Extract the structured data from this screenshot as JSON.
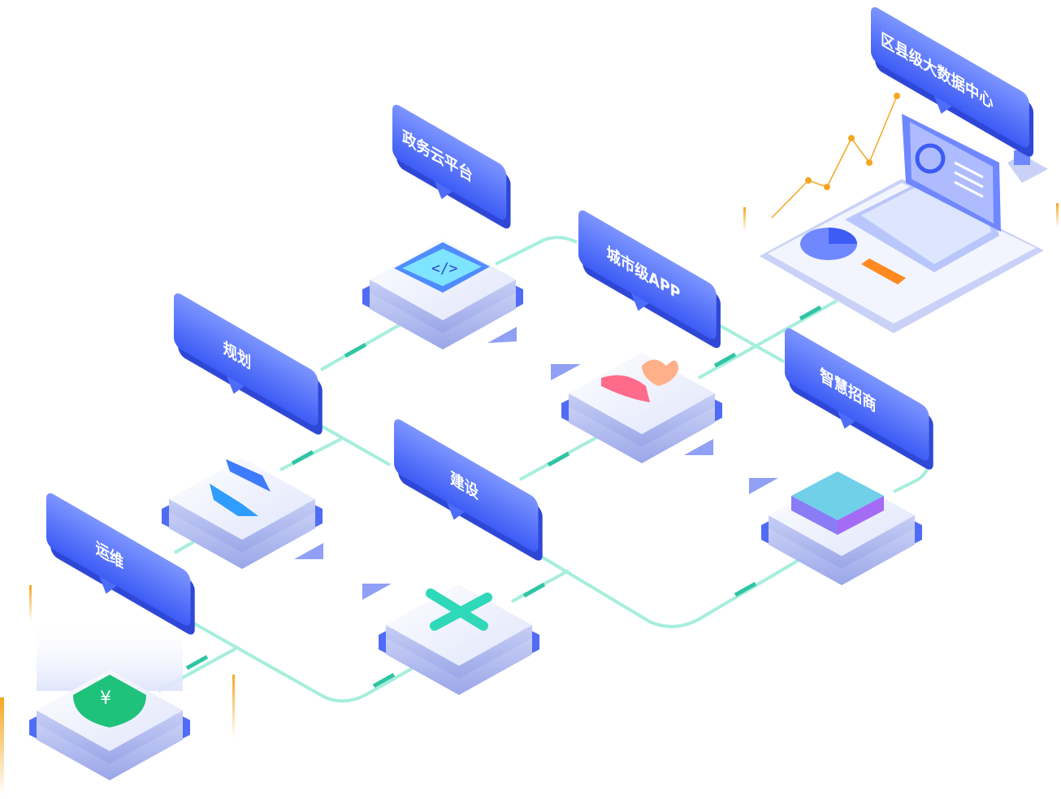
{
  "labels": {
    "district_data_center": "区县级大数据中心",
    "gov_cloud": "政务云平台",
    "city_app": "城市级APP",
    "planning": "规划",
    "smart_investment": "智慧招商",
    "construction": "建设",
    "operations": "运维"
  },
  "colors": {
    "label_top": "#7d95ff",
    "label_bottom": "#3d5cf5",
    "label_side": "#2f47d6",
    "connector": "#a6eedc",
    "connector_dash": "#2fc4a4",
    "accent_orange": "#f5a623",
    "shield_green": "#1fc27a"
  }
}
